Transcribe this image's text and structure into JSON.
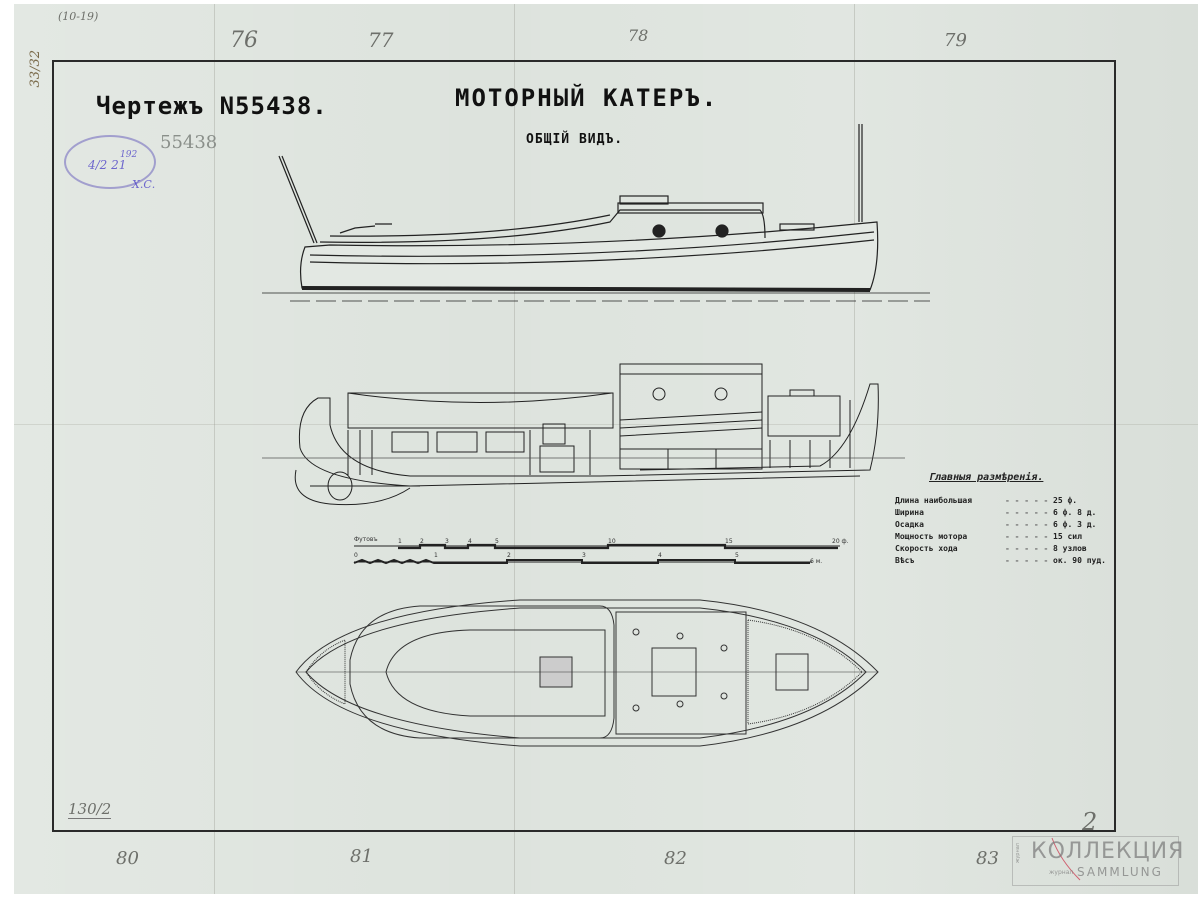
{
  "document": {
    "drawing_number": "Чертежъ N55438.",
    "title": "МОТОРНЫЙ КАТЕРЪ.",
    "subtitle": "ОБЩІЙ ВИДЪ."
  },
  "annotations": {
    "top_left_pencil": "(10-19)",
    "margin_vertical": "33/32",
    "sheet_numbers_top": [
      "76",
      "77",
      "78",
      "79"
    ],
    "sheet_numbers_bottom": [
      "80",
      "81",
      "82",
      "83"
    ],
    "inventory_pencil": "55438",
    "fraction_pencil": "130/2",
    "corner_pencil": "2",
    "stamp_ink": "4/2 21",
    "stamp_ink_sup": "192",
    "stamp_signature": "Х.С."
  },
  "specifications": {
    "title": "Главныя размѣренія.",
    "rows": [
      {
        "label": "Длина наибольшая",
        "value": "25 ф."
      },
      {
        "label": "Ширина",
        "value": "6 ф. 8 д."
      },
      {
        "label": "Осадка",
        "value": "6 ф. 3 д."
      },
      {
        "label": "Мощность мотора",
        "value": "15 сил"
      },
      {
        "label": "Скорость хода",
        "value": "8 узлов"
      },
      {
        "label": "Вѣсъ",
        "value": "ок. 90 пуд."
      }
    ]
  },
  "scales": {
    "upper_label": "Футовъ",
    "upper_ticks": [
      "0",
      "1",
      "2",
      "3",
      "4",
      "5",
      "10",
      "15",
      "20 ф."
    ],
    "lower_ticks": [
      "0",
      "1",
      "2",
      "3",
      "4",
      "5",
      "6 м."
    ]
  },
  "watermark": {
    "main": "КОЛЛЕКЦИЯ",
    "sub": "SAMMLUNG",
    "side": "журнал",
    "small": "журнал"
  },
  "colors": {
    "paper": "#dde3dd",
    "ink": "#1e1e1e",
    "pencil": "#6d6f6a",
    "stamp": "#6a5fc8"
  }
}
